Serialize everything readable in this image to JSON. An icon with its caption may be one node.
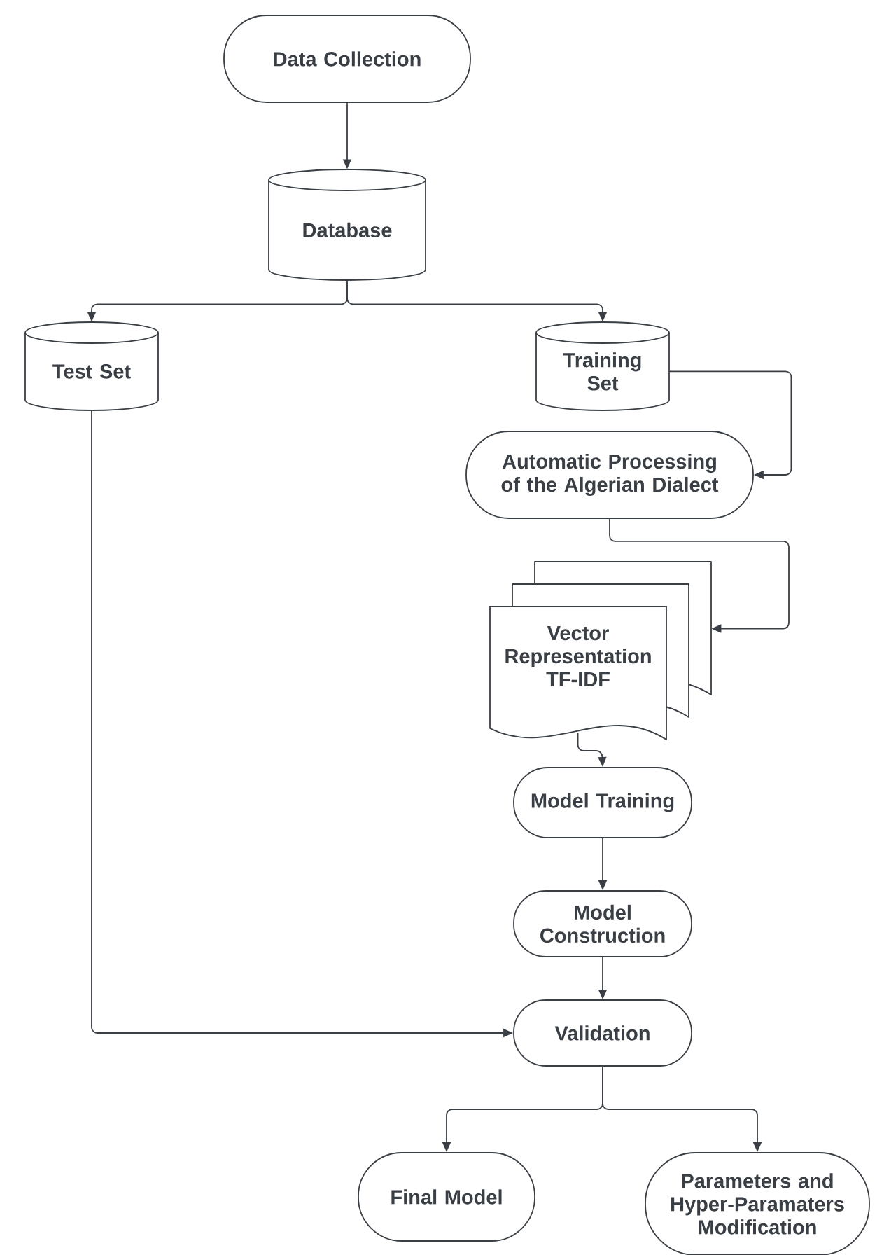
{
  "diagram": {
    "nodes": [
      {
        "text": [
          "Data Collection"
        ]
      },
      {
        "text": [
          "Database"
        ]
      },
      {
        "text": [
          "Test Set"
        ]
      },
      {
        "text": [
          "Training Set"
        ]
      },
      {
        "text": [
          "Automatic Processing of the Algerian Dialect"
        ]
      },
      {
        "text": [
          "Vector Representation TF-IDF"
        ]
      },
      {
        "text": [
          "Model Training"
        ]
      },
      {
        "text": [
          "Model Construction"
        ]
      },
      {
        "text": [
          "Validation"
        ]
      },
      {
        "text": [
          "Final Model"
        ]
      },
      {
        "text": [
          "Parameters and Hyper-Paramaters Modification"
        ]
      }
    ],
    "edges": [
      {
        "from": 0,
        "to": 1,
        "arrow": "to"
      },
      {
        "from": 1,
        "to": 2,
        "arrow": "to"
      },
      {
        "from": 1,
        "to": 3,
        "arrow": "to"
      },
      {
        "from": 3,
        "to": 4,
        "arrow": "to"
      },
      {
        "from": 4,
        "to": 5,
        "arrow": "to"
      },
      {
        "from": 5,
        "to": 6,
        "arrow": "to"
      },
      {
        "from": 6,
        "to": 7,
        "arrow": "to"
      },
      {
        "from": 7,
        "to": 8,
        "arrow": "to"
      },
      {
        "from": 2,
        "to": 8,
        "arrow": "to"
      },
      {
        "from": 8,
        "to": 9,
        "arrow": "to"
      },
      {
        "from": 8,
        "to": 10,
        "arrow": "to"
      }
    ]
  }
}
